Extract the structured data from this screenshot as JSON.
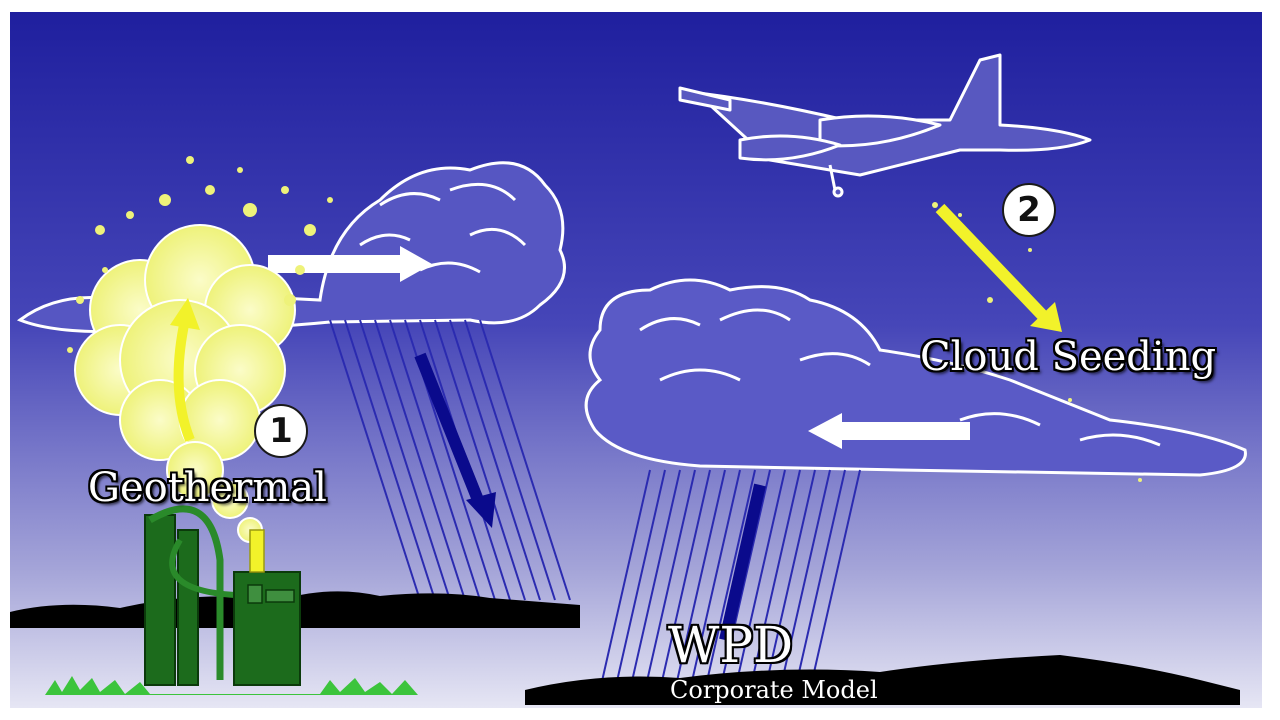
{
  "labels": {
    "geothermal": "Geothermal",
    "cloud_seeding": "Cloud Seeding",
    "wpd": "WPD",
    "corporate_model": "Corporate Model"
  },
  "badges": {
    "step1": "1",
    "step2": "2"
  },
  "icons": [
    "airplane-icon",
    "geothermal-plant-icon"
  ],
  "colors": {
    "sky_top": "#1f1f9e",
    "sky_bottom": "#e6e6f4",
    "cloud_outline": "#ffffff",
    "steam": "#f4f6a0",
    "arrow_yellow": "#f2f22a",
    "arrow_blue": "#0a0a8c",
    "plant_green": "#1c6b1c",
    "mountain": "#000000",
    "grass": "#3cc43c"
  }
}
